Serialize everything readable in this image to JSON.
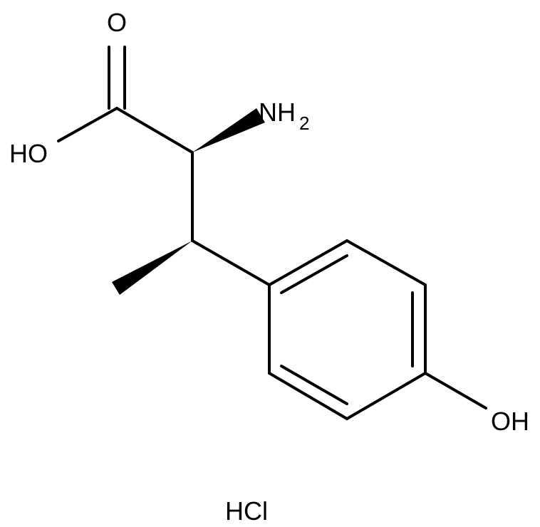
{
  "molecule": {
    "atom_labels": {
      "carbonyl_o": "O",
      "hydroxyl_acid": "HO",
      "amine_n": "NH",
      "amine_sub": "2",
      "phenol_oh": "OH"
    },
    "salt": "HCl"
  }
}
